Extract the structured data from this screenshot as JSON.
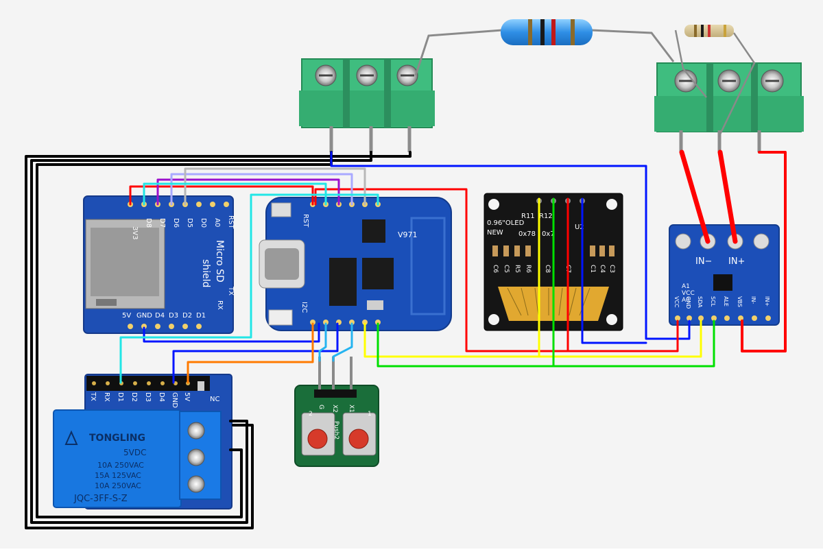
{
  "sd_shield": {
    "top_pins": [
      "3V3",
      "D8",
      "D7",
      "D6",
      "D5",
      "D0",
      "A0",
      "RST"
    ],
    "title_line1": "Micro SD",
    "title_line2": "shield",
    "right_pins": [
      "RX",
      "TX"
    ],
    "bottom_pins": [
      "5V",
      "GND",
      "D4",
      "D3",
      "D2",
      "D1"
    ]
  },
  "mcu": {
    "left_labels": [
      "RST",
      "I2C"
    ],
    "version": "V971"
  },
  "oled": {
    "top_labels": [
      "R11",
      "R12",
      "U2"
    ],
    "model": "0.96\"OLED",
    "new_label": "NEW",
    "hex_text": "0x78",
    "hex_text2": "0x7",
    "cap_labels": [
      "C6",
      "C5",
      "R5",
      "R6",
      "C8",
      "C7",
      "C1",
      "C4",
      "C3"
    ]
  },
  "ina_module": {
    "top_labels": [
      "IN−",
      "IN+"
    ],
    "addr_labels": [
      "A1",
      "VCC",
      "A0"
    ],
    "bottom_pins": [
      "VCC",
      "GND",
      "SDA",
      "SCL",
      "ALE",
      "VBS",
      "IN-",
      "IN+"
    ]
  },
  "relay_shield": {
    "pins": [
      "TX",
      "RX",
      "D1",
      "D2",
      "D3",
      "D4",
      "GND",
      "5V"
    ],
    "nc_label": "NC",
    "relay": {
      "brand": "TONGLING",
      "voltage": "5VDC",
      "rating1": "10A 250VAC",
      "rating2": "15A 125VAC",
      "rating3": "10A 250VAC",
      "model": "JQC-3FF-S-Z"
    }
  },
  "button_board": {
    "pins": [
      "G",
      "X2",
      "X1"
    ],
    "label": "Push2",
    "num_labels": [
      "2",
      "1"
    ]
  },
  "wire_colors": {
    "red": "#ff0000",
    "black": "#000000",
    "blue": "#0014ff",
    "cyan": "#22e6e6",
    "green": "#00e000",
    "yellow": "#ffff00",
    "orange": "#ff7a00",
    "purple": "#9b10cc",
    "lavender": "#a9a9ff",
    "gray": "#b8b8b8",
    "lightblue": "#26b4f0"
  }
}
